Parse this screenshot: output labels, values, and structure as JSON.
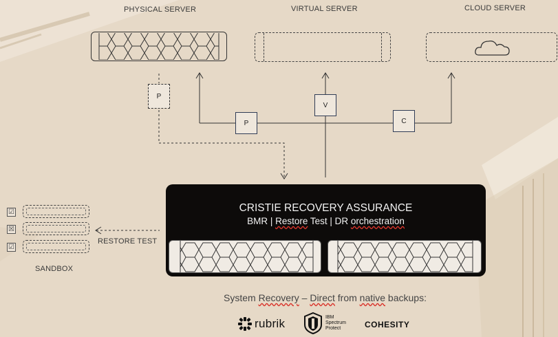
{
  "servers": {
    "physical_label": "PHYSICAL SERVER",
    "virtual_label": "VIRTUAL SERVER",
    "cloud_label": "CLOUD SERVER"
  },
  "connectors": {
    "p_dashed": "P",
    "p": "P",
    "v": "V",
    "c": "C"
  },
  "cra": {
    "title": "CRISTIE RECOVERY ASSURANCE",
    "sub_parts": [
      "BMR | ",
      "Restore",
      " Test | DR ",
      "orchestration"
    ]
  },
  "sandbox": {
    "label": "SANDBOX",
    "restore_test_label": "RESTORE TEST",
    "rows": [
      "☑",
      "☒",
      "☑"
    ]
  },
  "bottom": {
    "parts": [
      "System ",
      "Recovery",
      " – ",
      "Direct",
      " from ",
      "native",
      " backups:"
    ]
  },
  "logos": {
    "rubrik": "rubrik",
    "ibm_1": "IBM",
    "ibm_2": "Spectrum",
    "ibm_3": "Protect",
    "cohesity": "COHESITY"
  }
}
